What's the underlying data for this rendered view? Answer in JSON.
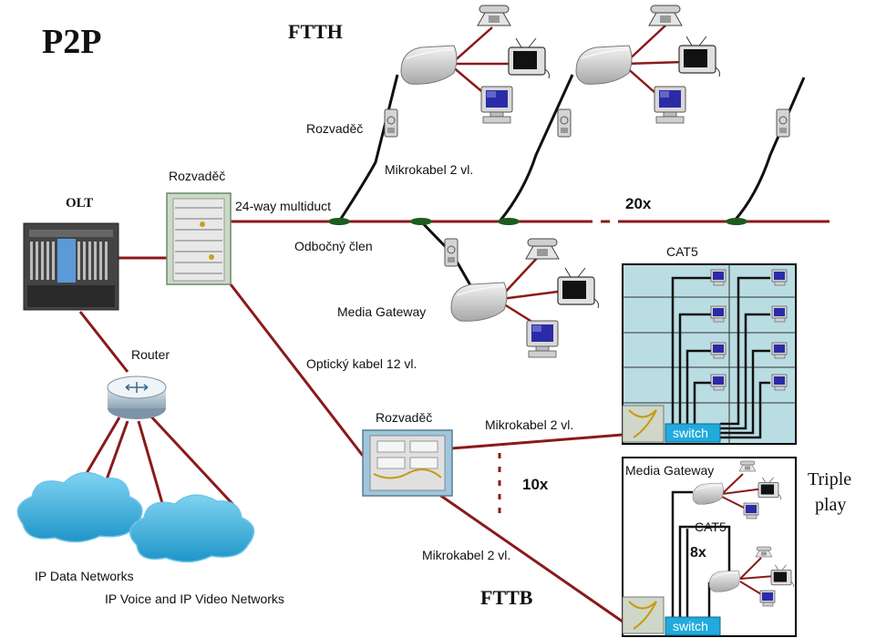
{
  "title": "P2P",
  "labels": {
    "ftth": "FTTH",
    "fttb": "FTTB",
    "olt": "OLT",
    "router": "Router",
    "rozvadec_olt": "Rozvaděč",
    "rozvadec_top": "Rozvaděč",
    "rozvadec_fttb": "Rozvaděč",
    "multiduct": "24-way multiduct",
    "mikrokabel_top": "Mikrokabel 2 vl.",
    "odbocny_clen": "Odbočný člen",
    "media_gateway": "Media Gateway",
    "opticky_kabel": "Optický kabel 12 vl.",
    "mikrokabel_mid": "Mikrokabel 2 vl.",
    "mikrokabel_bottom": "Mikrokabel 2 vl.",
    "x20": "20x",
    "x10": "10x",
    "x8": "8x",
    "cat5_top": "CAT5",
    "cat5_bottom": "CAT5",
    "switch_top": "switch",
    "switch_bottom": "switch",
    "media_gateway_box": "Media Gateway",
    "triple_play_1": "Triple",
    "triple_play_2": "play",
    "ip_data": "IP Data Networks",
    "ip_voice_video": "IP Voice and IP Video Networks"
  },
  "colors": {
    "fiber": "#8b1a1a",
    "microcable": "#111111",
    "building_fill": "#b9dde2",
    "switch_fill": "#22aadd",
    "cloud": "#2fa8d8"
  }
}
